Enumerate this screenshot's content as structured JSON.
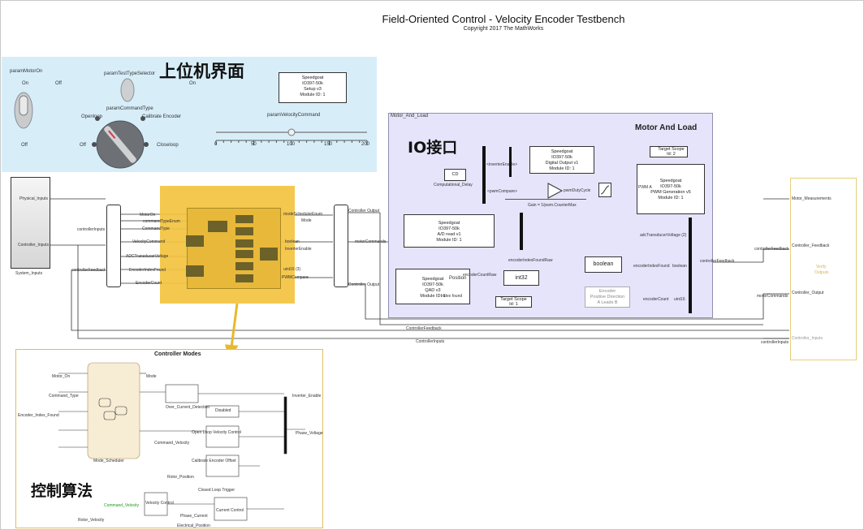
{
  "title": "Field-Oriented Control - Velocity Encoder Testbench",
  "copyright": "Copyright 2017 The MathWorks",
  "annotations": {
    "host_ui": "上位机界面",
    "io": "IO接口",
    "control": "控制算法"
  },
  "host_panel": {
    "motor_on": {
      "label": "paramMotorOn",
      "on": "On",
      "off": "Off"
    },
    "test_type": {
      "label": "paramTestTypeSelector",
      "off": "Off",
      "on": "On"
    },
    "command_type": {
      "label": "paramCommandType",
      "openloop": "Openloop",
      "calibrate": "Calibrate Encoder",
      "off": "Off",
      "closeloop": "Closeloop"
    },
    "velocity": {
      "label": "paramVelocityCommand",
      "ticks": [
        "0",
        "50",
        "100",
        "150",
        "200"
      ],
      "value": 100
    },
    "setup_block": {
      "l1": "Speedgoat",
      "l2": "IO397-50k",
      "l3": "Setup v3",
      "l4": "Module ID: 1"
    }
  },
  "system_inputs": {
    "port1": "Physical_Inputs",
    "port2": "Controller_Inputs",
    "name": "System_Inputs"
  },
  "signals": {
    "controller_inputs": "controllerInputs",
    "controller_feedback": "controllerFeedback",
    "motor_on": "MotorOn",
    "command_type_enum": "commandTypeEnum",
    "command_type": "CommandType",
    "velocity_command": "VelocityCommand",
    "adc": "ADCTransducerVoltage",
    "encoder_index_found": "EncoderIndexFound",
    "encoder_count": "EncoderCount",
    "mode_scheduler_enum": "modeSchedulerEnum",
    "mode": "Mode",
    "boolean": "boolean",
    "inverter_enable": "InverterEnable",
    "uint16_3": "uint16 (3)",
    "pwm_compare": "PWMCompare",
    "controller_output": "Controller Output",
    "motor_commands": "motorCommands",
    "uint16": "uint16",
    "controller_feedback_bus": "ControllerFeedback",
    "controller_inputs_bus": "ControllerInputs"
  },
  "motor_load": {
    "subsystem_tag": "Motor_And_Load",
    "title": "Motor And Load",
    "cd": "CD",
    "comp_delay": "Computational_Delay",
    "inverter_enable": "<inverterEnable>",
    "pwm_compare": "<pwmCompare>",
    "pwm_duty_cycle": "pwmDutyCycle",
    "gain": "Gain = 1/pwm.CounterMax",
    "digital_out": {
      "l1": "Speedgoat",
      "l2": "IO397-50k",
      "l3": "Digital Output v1",
      "l4": "Module ID: 1"
    },
    "target_scope_2": {
      "l1": "Target Scope",
      "l2": "Id: 2"
    },
    "pwm_gen": {
      "l1": "Speedgoat",
      "l2": "IO397-50k",
      "l3": "PWM Generation v5",
      "l4": "Module ID: 1",
      "port": "PWM A"
    },
    "ad_read": {
      "l1": "Speedgoat",
      "l2": "IO397-50k",
      "l3": "A/D read v1",
      "l4": "Module ID: 1"
    },
    "adc_signal": "adcTransducerVoltage (2)",
    "qad": {
      "l1": "Speedgoat",
      "l2": "IO397-50k",
      "l3": "QAD v3",
      "l4": "Module ID: 1",
      "p1": "Position",
      "p2": "Index found"
    },
    "encoder_index_found_raw": "encoderIndexFoundRaw",
    "encoder_count_raw": "encoderCountRaw",
    "boolean": "boolean",
    "int32": "int32",
    "encoder_index_found": "encoderIndexFound",
    "boolean_out": "boolean",
    "target_scope_1": {
      "l1": "Target Scope",
      "l2": "Id: 1"
    },
    "encoder_dir": {
      "l1": "Encoder",
      "l2": "Positive Direction",
      "l3": "A Leads B"
    },
    "encoder_count": "encoderCount",
    "uint16": "uint16",
    "controller_feedback": "controllerFeedback"
  },
  "verify": {
    "motor_measurements": "Motor_Measurements",
    "controller_feedback": "Controller_Feedback",
    "name1": "Verify",
    "name2": "Outputs",
    "controller_output": "Controller_Output",
    "controller_inputs": "Controller_Inputs",
    "controller_feedback_sig": "controllerFeedback",
    "motor_commands_sig": "motorCommands",
    "controller_inputs_sig": "controllerInputs"
  },
  "inset": {
    "title": "Controller Modes",
    "labels": [
      "Motor_On",
      "Command_Type",
      "Encoder_Index_Found",
      "Mode_Scheduler",
      "Mode",
      "Inverter_Enable",
      "Phase_Voltage",
      "Over_Current_Detection",
      "Disabled",
      "Open Loop Velocity Control",
      "Command_Velocity",
      "Calibrate Encoder Offset",
      "Rotor_Position",
      "Closed Loop Trigger",
      "Velocity Control",
      "Current Control",
      "Phase_Current",
      "Electrical_Position",
      "Rotor_Velocity",
      "Command_Velocity"
    ]
  }
}
